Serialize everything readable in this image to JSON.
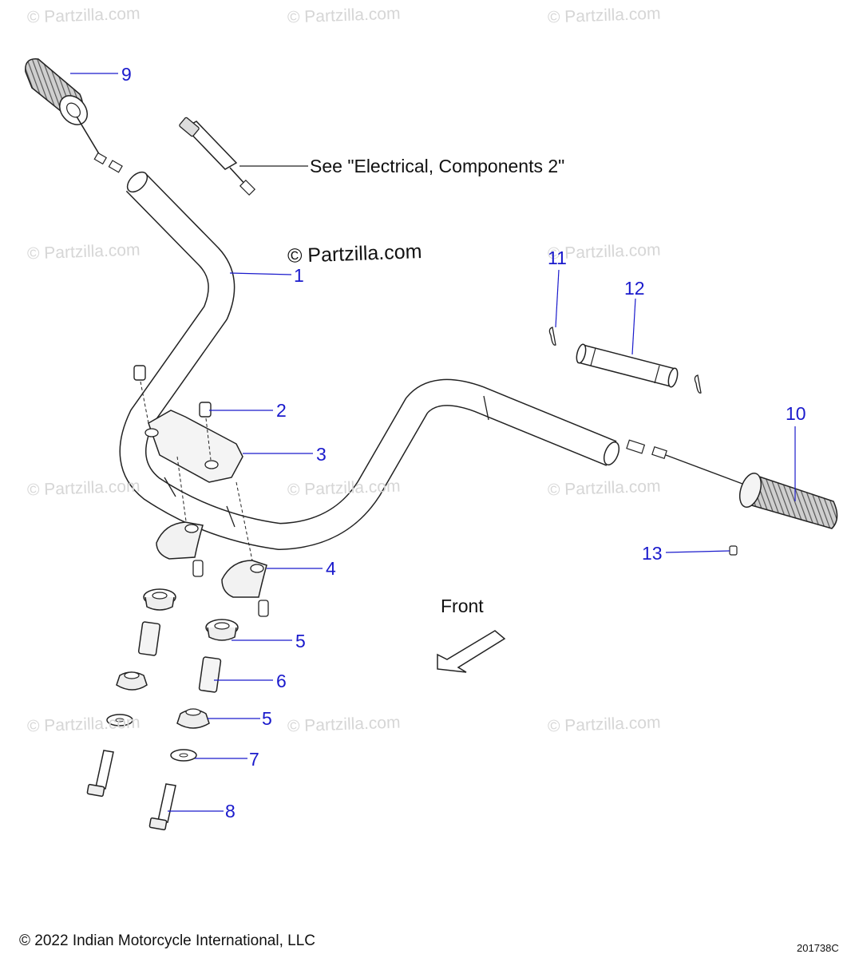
{
  "watermark": {
    "text": "© Partzilla.com",
    "center_text": "© Partzilla.com"
  },
  "callouts": [
    {
      "id": "1",
      "label": "1"
    },
    {
      "id": "2",
      "label": "2"
    },
    {
      "id": "3",
      "label": "3"
    },
    {
      "id": "4",
      "label": "4"
    },
    {
      "id": "5a",
      "label": "5"
    },
    {
      "id": "5b",
      "label": "5"
    },
    {
      "id": "6",
      "label": "6"
    },
    {
      "id": "7",
      "label": "7"
    },
    {
      "id": "8",
      "label": "8"
    },
    {
      "id": "9",
      "label": "9"
    },
    {
      "id": "10",
      "label": "10"
    },
    {
      "id": "11",
      "label": "11"
    },
    {
      "id": "12",
      "label": "12"
    },
    {
      "id": "13",
      "label": "13"
    }
  ],
  "notes": {
    "see_reference": "See \"Electrical, Components 2\"",
    "front_label": "Front"
  },
  "footer": {
    "copyright": "© 2022 Indian Motorcycle International, LLC",
    "doc_id": "201738C"
  },
  "colors": {
    "callout": "#1a1acc",
    "line_art": "#222222",
    "watermark": "#d6d6d6"
  }
}
